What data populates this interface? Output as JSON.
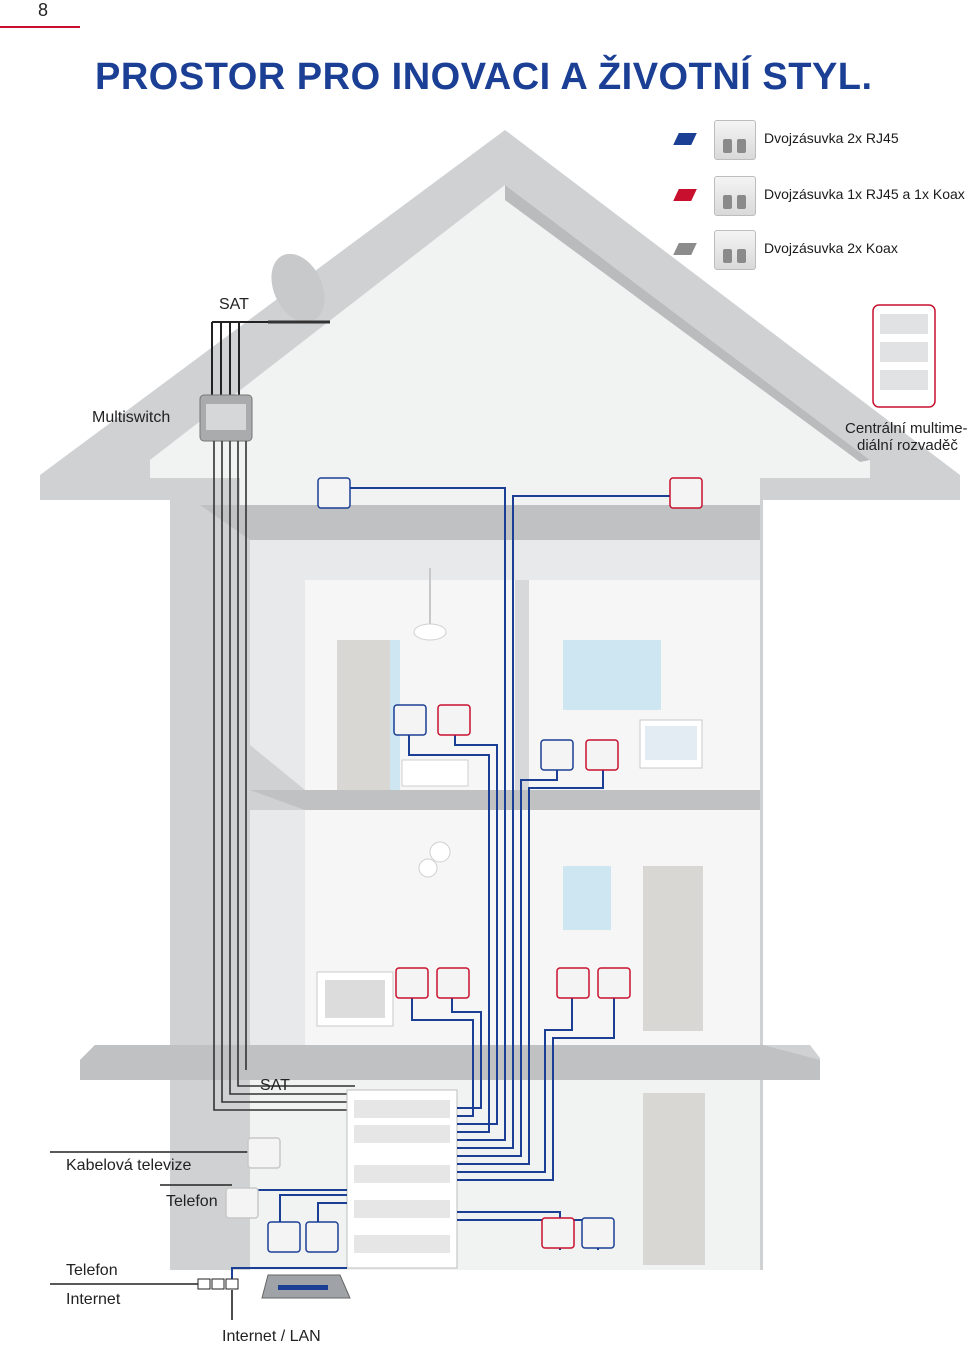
{
  "page_number": "8",
  "title": "PROSTOR PRO INOVACI A ŽIVOTNÍ STYL.",
  "legend": [
    {
      "label": "Dvojzásuvka 2x RJ45",
      "color": "#1b3f94"
    },
    {
      "label": "Dvojzásuvka 1x RJ45 a 1x Koax",
      "color": "#c8102e"
    },
    {
      "label": "Dvojzásuvka 2x Koax",
      "color": "#8c8c8c"
    }
  ],
  "labels": {
    "sat_top": "SAT",
    "multiswitch": "Multiswitch",
    "central_line1": "Centrální multime-",
    "central_line2": "diální rozvaděč",
    "sat_bottom": "SAT",
    "cable_tv": "Kabelová televize",
    "phone_mid": "Telefon",
    "phone_bottom": "Telefon",
    "internet": "Internet",
    "internet_lan": "Internet / LAN"
  },
  "colors": {
    "title": "#1b3f94",
    "rj45": "#1b3f94",
    "combo": "#c8102e",
    "koax": "#8c8c8c",
    "house_wall": "#cfd1d3",
    "house_inner": "#f1f2f2"
  }
}
